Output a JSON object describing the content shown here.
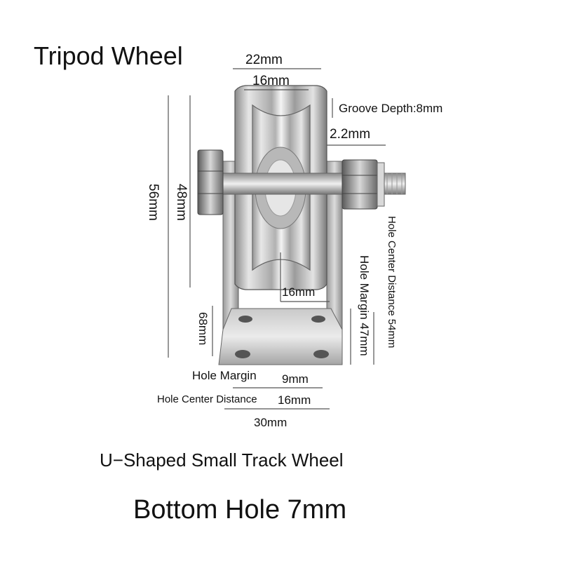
{
  "title": "Tripod Wheel",
  "dimensions": {
    "outer_width": "22mm",
    "groove_width": "16mm",
    "groove_depth": "Groove Depth:8mm",
    "flange": "2.2mm",
    "height_total": "56mm",
    "height_wheel": "48mm",
    "base_height": "68mm",
    "axle_height": "16mm",
    "hole_margin_label": "Hole Margin",
    "hole_margin_value": "9mm",
    "hole_center_label": "Hole Center Distance",
    "hole_center_value": "16mm",
    "base_width": "30mm",
    "side_hole_center": "Hole Center Distance  54mm",
    "side_hole_margin": "Hole Margin 47mm"
  },
  "captions": {
    "product": "U−Shaped Small Track Wheel",
    "bottom_hole": "Bottom Hole 7mm"
  },
  "colors": {
    "metal_light": "#e9e9e9",
    "metal_mid": "#bdbdbd",
    "metal_dark": "#6f6f6f",
    "line": "#555555"
  }
}
